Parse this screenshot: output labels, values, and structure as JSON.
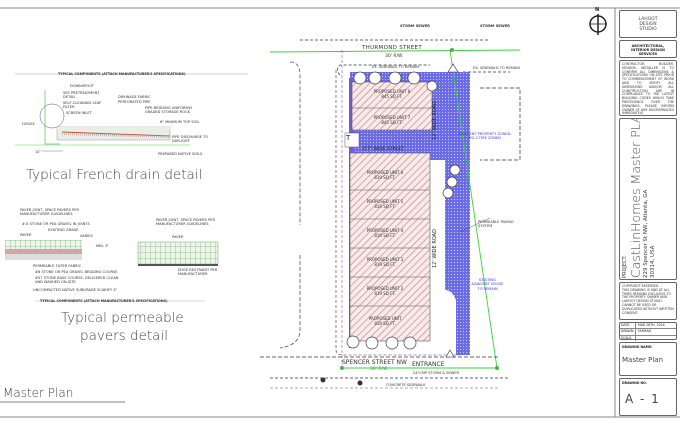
{
  "details": {
    "components_heading": "TYPICAL COMPONENTS (ATTACH MANUFACTURER'S SPECIFICATIONS)",
    "french_drain": {
      "title": "Typical French drain detail",
      "labels": [
        "DOWNSPOUT",
        "SEE PRETREATMENT DETAIL",
        "SELF-CLEANING LEAF FILTER",
        "SCREEN INLET",
        "HOUSE",
        "DRAINAGE FABRIC",
        "PERFORATED PIPE",
        "PIPE BEDDING UNIFORMLY GRADED STORAGE ROCK",
        "6\" MINIMUM TOP SOIL",
        "PIPE DISCHARGE TO DAYLIGHT",
        "PREPARED NATIVE SOILS",
        "10'"
      ]
    },
    "pavers": {
      "title_line1": "Typical permeable",
      "title_line2": "pavers detail",
      "labels": [
        "PAVER JOINT, SPACE PAVERS PER MANUFACTURER GUIDELINES",
        "# 8 STONE OR PEA GRAVEL IN JOINTS",
        "PAVER",
        "EXISTING GRADE",
        "VARIES",
        "MIN. 3\"",
        "PERMEABLE FILTER FABRIC",
        "#8 STONE OR PEA GRAVEL BEDDING COURSE",
        "#57 STONE BASE COURSE, DELIVERED CLEAN AND WASHED ON-SITE",
        "UNCOMPACTED NATIVE SUBGRADE SCARIFY 3\""
      ],
      "right_labels": [
        "PAVER JOINT, SPACE PAVERS PER MANUFACTURER GUIDELINES",
        "PAVER",
        "EDGE RESTRAINT PER MANUFACTURER"
      ]
    }
  },
  "sheet_label": "Master Plan",
  "plan": {
    "top_street": "THURMOND STREET",
    "top_row": "30' R/W",
    "bottom_street": "SPENCER STREET NW",
    "bottom_row": "30' R/W",
    "entrance": "ENTRANCE",
    "storm_note": "24\"CMP STORM & SEWER",
    "sidewalk_top": "EX. SIDEWALK TO REMAIN",
    "sidewalk_right": "EX. SIDEWALK TO REMAIN",
    "concrete_sidewalk": "CONCRETE SIDEWALK",
    "wide_street": "6'7\" WIDE STREET",
    "wide_road": "12' WIDE ROAD",
    "permeable": "PERMEABLE PAVING SYSTEM",
    "existing_house": "EXISTING ADJACENT HOUSE TO REMAIN",
    "adjacent": "ADJACENT PROPERTY ZONED: RG-3 FIRE ZONED",
    "storm_sewer_labels": [
      "STORM SEWER",
      "STORM SEWER"
    ],
    "units": [
      {
        "name": "PROPOSED UNIT 8",
        "area": "845 SQ.FT."
      },
      {
        "name": "PROPOSED UNIT 7",
        "area": "845 SQ.FT."
      },
      {
        "name": "PROPOSED UNIT 6",
        "area": "819 SQ.FT."
      },
      {
        "name": "PROPOSED UNIT 5",
        "area": "819 SQ.FT."
      },
      {
        "name": "PROPOSED UNIT 4",
        "area": "819 SQ.FT."
      },
      {
        "name": "PROPOSED UNIT 3",
        "area": "819 SQ.FT."
      },
      {
        "name": "PROPOSED UNIT 2",
        "area": "819 SQ.FT."
      },
      {
        "name": "PROPOSED UNIT",
        "area": "819 SQ.FT."
      }
    ],
    "north": "N",
    "t_marker": "T"
  },
  "title_block": {
    "studio": "LAHOOT DESIGN STUDIO",
    "services": "ARCHITECTURAL, INTERIOR DESIGN SERVICES",
    "contractor_note": "CONTRACTOR, BUILDER, VENDOR, INSTALLER IS TO CONFIRM ALL DIMENSIONS & SPECIFICATIONS ON-SITE PRIOR TO COMMENCEMENT OF WORK AND TO VERIFY ALL DIMENSIONS AND/OR ALL CONSTRUCTION ARE IN COMPLIANCE TO THE LATEST BUILDING CODES WHICH TAKE PRECEDENCE OVER THE DRAWINGS. PLEASE INFORM OWNER OF ANY DISCREPANCIES IMMEDIATELY.",
    "project_label": "PROJECT:",
    "project_name": "CastLinHomes Master PLAN",
    "address_line1": "229 Spencer St NW, Atlanta, GA",
    "address_line2": "30314, USA",
    "copyright_heading": "COPYRIGHT RESERVED",
    "copyright_text": "THIS DRAWING IS AND AT ALL TIMES REMAINS EXCLUSIVE TO THE PROPERTY OWNER AND LAHOOT DESIGN STUDIO. CANNOT BE USED OR DUPLICATED WITHOUT WRITTEN CONSENT.",
    "date_label": "DATE:",
    "date_value": "MAR 28TH, 2024",
    "drawn_label": "DRAWN:",
    "drawn_value": "FARHAN",
    "scale_label": "SCALE:",
    "drawing_name_label": "DRAWING NAME:",
    "drawing_name": "Master Plan",
    "drawing_no_label": "DRAWING NO.",
    "drawing_no": "A - 1"
  },
  "colors": {
    "property_line": "#3fcf3f",
    "paving": "#5a5ae0",
    "hatch": "#c87a7a",
    "frame": "#888888"
  }
}
